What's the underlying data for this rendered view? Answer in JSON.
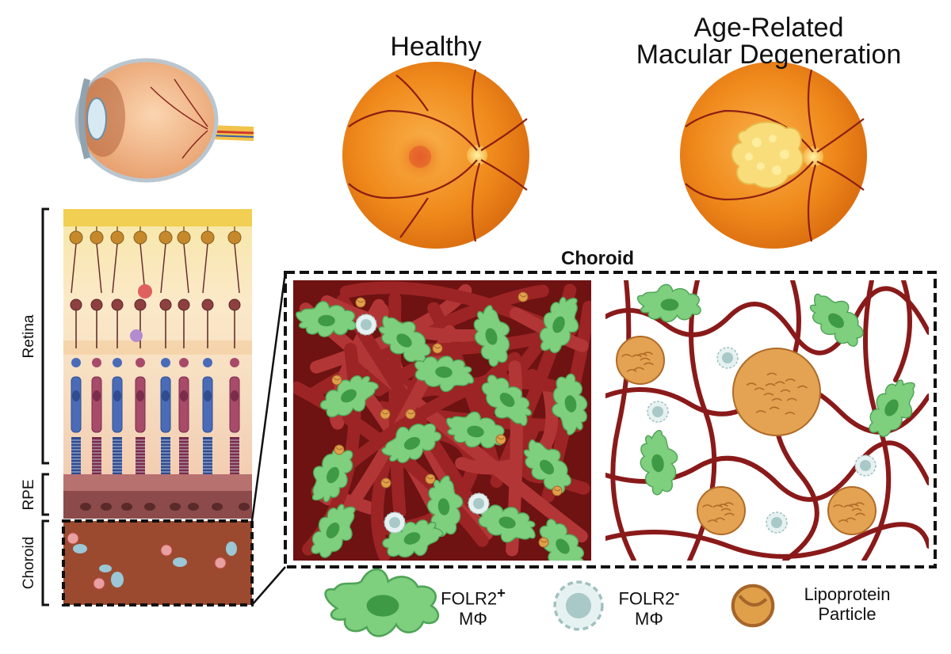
{
  "titles": {
    "healthy": "Healthy",
    "amd_line1": "Age-Related",
    "amd_line2": "Macular Degeneration",
    "choroid": "Choroid"
  },
  "layers": {
    "retina": "Retina",
    "rpe": "RPE",
    "choroid": "Choroid"
  },
  "legend": {
    "folr2_pos_line1": "FOLR2",
    "folr2_pos_sup": "+",
    "folr2_pos_line2": "MΦ",
    "folr2_neg_line1": "FOLR2",
    "folr2_neg_sup": "-",
    "folr2_neg_line2": "MΦ",
    "lipo_line1": "Lipoprotein",
    "lipo_line2": "Particle"
  },
  "colors": {
    "vessel": "#8a1a1a",
    "vessel_bg": "#7a1515",
    "macrophage_pos": "#7ecf7e",
    "macrophage_nucleus": "#3f9a46",
    "macrophage_neg": "#dfeeee",
    "lipoprotein": "#e0a04a",
    "fundus": "#f08a1c",
    "choroid_layer": "#9b4a30"
  },
  "icons": {
    "eye": "eye-anatomy-icon",
    "healthy_fundus": "healthy-fundus-icon",
    "amd_fundus": "amd-fundus-icon"
  }
}
